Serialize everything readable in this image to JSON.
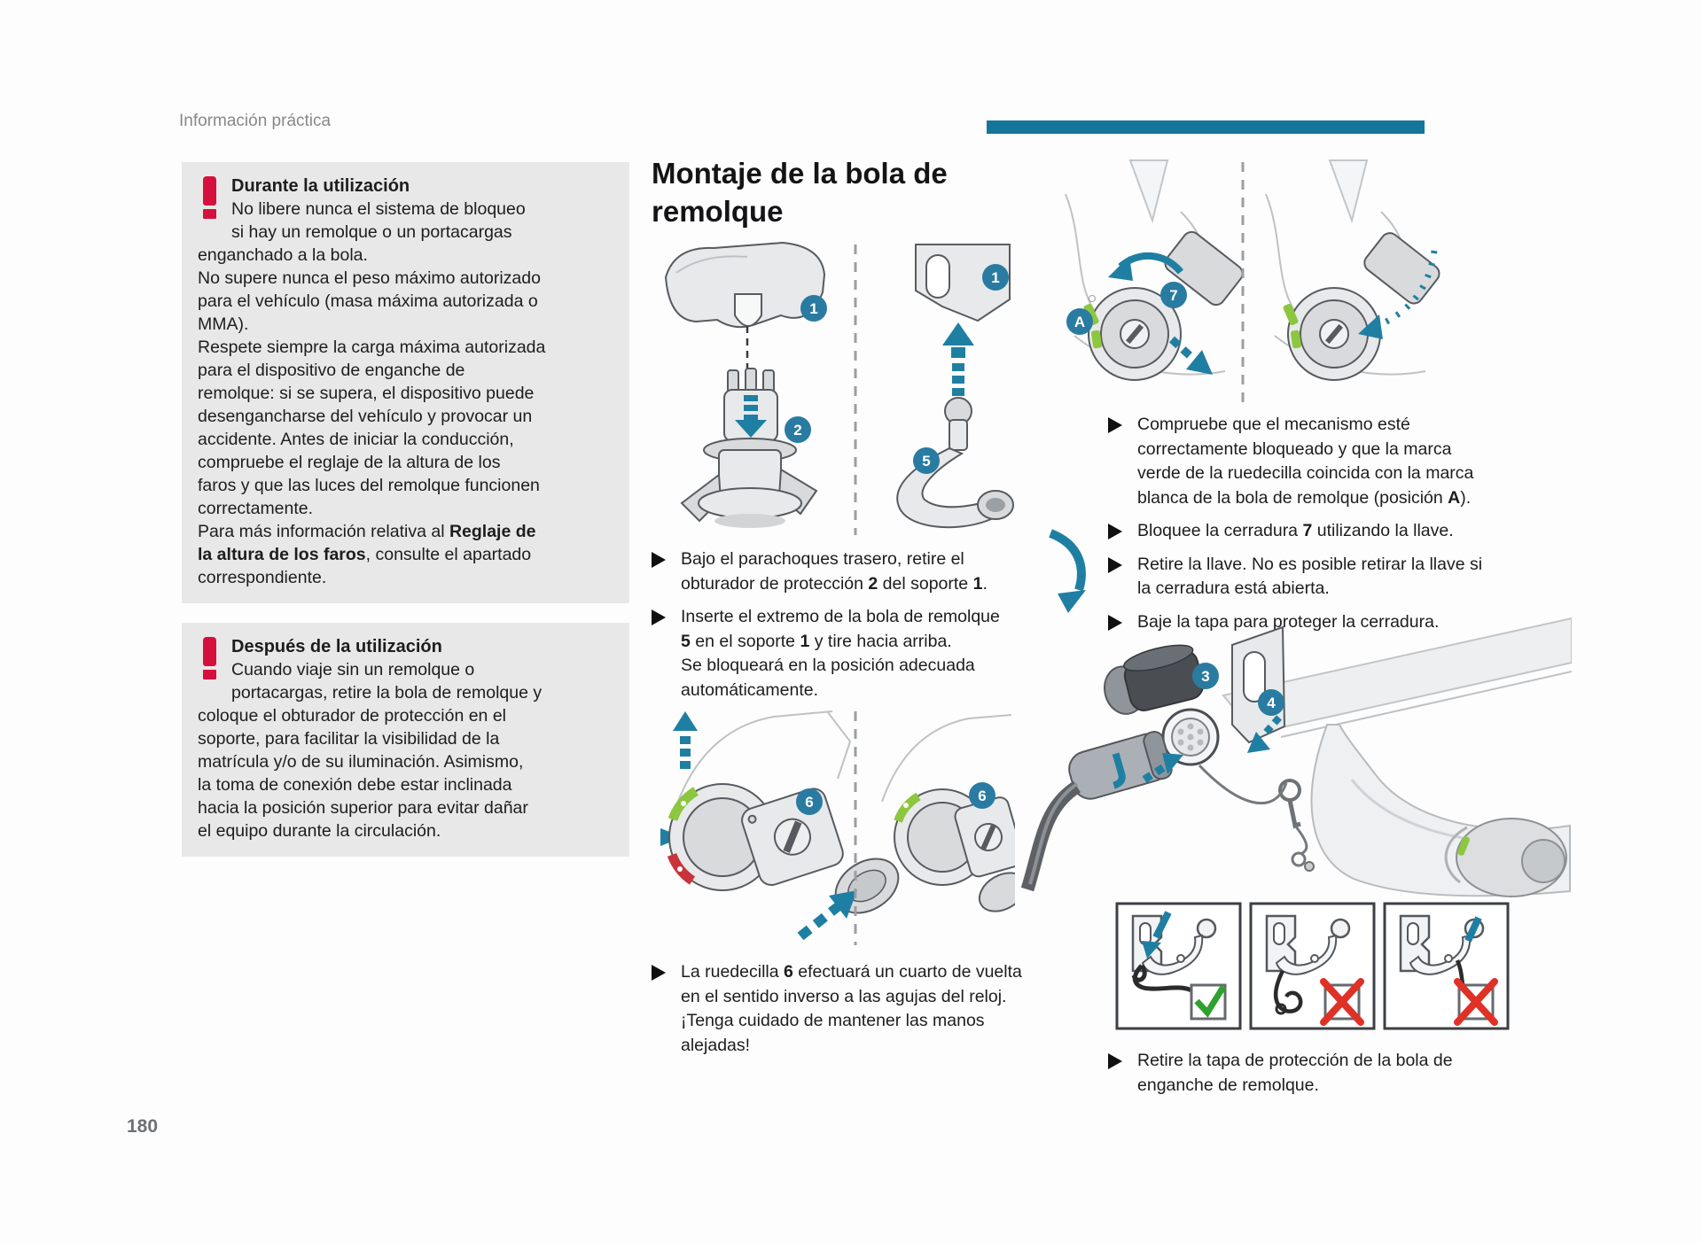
{
  "page": {
    "breadcrumb": "Información práctica",
    "page_number": "180",
    "section_title": "Montaje de la bola de remolque"
  },
  "colors": {
    "accent_bar": "#16759a",
    "warning_red": "#d6103c",
    "callout_teal": "#2a7ba1",
    "arrow_teal": "#1f7fa3",
    "figure_green_mark": "#8dc63f",
    "figure_red_mark": "#c9333b",
    "check_green": "#2ea12e",
    "cross_red": "#e03127"
  },
  "warnings": [
    {
      "title": "Durante la utilización",
      "paragraphs": [
        [
          [
            "t",
            "No libere nunca el sistema de bloqueo"
          ],
          [
            "br"
          ],
          [
            "t",
            "si hay un remolque o un portacargas"
          ],
          [
            "br"
          ],
          [
            "t",
            "enganchado a la bola."
          ]
        ],
        [
          [
            "t",
            "No supere nunca el peso máximo autorizado"
          ],
          [
            "br"
          ],
          [
            "t",
            "para el vehículo (masa máxima autorizada o"
          ],
          [
            "br"
          ],
          [
            "t",
            "MMA)."
          ]
        ],
        [
          [
            "t",
            "Respete siempre la carga máxima autorizada"
          ],
          [
            "br"
          ],
          [
            "t",
            "para el dispositivo de enganche de"
          ],
          [
            "br"
          ],
          [
            "t",
            "remolque: si se supera, el dispositivo puede"
          ],
          [
            "br"
          ],
          [
            "t",
            "desengancharse del vehículo y provocar un"
          ],
          [
            "br"
          ],
          [
            "t",
            "accidente. Antes de iniciar la conducción,"
          ],
          [
            "br"
          ],
          [
            "t",
            "compruebe el reglaje de la altura de los"
          ],
          [
            "br"
          ],
          [
            "t",
            "faros y que las luces del remolque funcionen"
          ],
          [
            "br"
          ],
          [
            "t",
            "correctamente."
          ]
        ],
        [
          [
            "t",
            "Para más información relativa al "
          ],
          [
            "b",
            "Reglaje de"
          ],
          [
            "br"
          ],
          [
            "b",
            "la altura de los faros"
          ],
          [
            "t",
            ", consulte el apartado"
          ],
          [
            "br"
          ],
          [
            "t",
            "correspondiente."
          ]
        ]
      ]
    },
    {
      "title": "Después de la utilización",
      "paragraphs": [
        [
          [
            "t",
            "Cuando viaje sin un remolque o"
          ],
          [
            "br"
          ],
          [
            "t",
            "portacargas, retire la bola de remolque y"
          ],
          [
            "br"
          ],
          [
            "t",
            "coloque el obturador de protección en el"
          ],
          [
            "br"
          ],
          [
            "t",
            "soporte, para facilitar la visibilidad de la"
          ],
          [
            "br"
          ],
          [
            "t",
            "matrícula y/o de su iluminación. Asimismo,"
          ],
          [
            "br"
          ],
          [
            "t",
            "la toma de conexión debe estar inclinada"
          ],
          [
            "br"
          ],
          [
            "t",
            "hacia la posición superior para evitar dañar"
          ],
          [
            "br"
          ],
          [
            "t",
            "el equipo durante la circulación."
          ]
        ]
      ]
    }
  ],
  "steps": {
    "install": [
      [
        [
          "t",
          "Bajo el parachoques trasero, retire el"
        ],
        [
          "br"
        ],
        [
          "t",
          "obturador de protección "
        ],
        [
          "b",
          "2"
        ],
        [
          "t",
          " del soporte "
        ],
        [
          "b",
          "1"
        ],
        [
          "t",
          "."
        ]
      ],
      [
        [
          "t",
          "Inserte el extremo de la bola de remolque"
        ],
        [
          "br"
        ],
        [
          "b",
          "5"
        ],
        [
          "t",
          " en el soporte "
        ],
        [
          "b",
          "1"
        ],
        [
          "t",
          " y tire hacia arriba."
        ],
        [
          "br"
        ],
        [
          "t",
          "Se bloqueará en la posición adecuada"
        ],
        [
          "br"
        ],
        [
          "t",
          "automáticamente."
        ]
      ]
    ],
    "wheel": [
      [
        [
          "t",
          "La ruedecilla "
        ],
        [
          "b",
          "6"
        ],
        [
          "t",
          " efectuará un cuarto de vuelta"
        ],
        [
          "br"
        ],
        [
          "t",
          "en el sentido inverso a las agujas del reloj."
        ],
        [
          "br"
        ],
        [
          "t",
          "¡Tenga cuidado de mantener las manos"
        ],
        [
          "br"
        ],
        [
          "t",
          "alejadas!"
        ]
      ]
    ],
    "check": [
      [
        [
          "t",
          "Compruebe que el mecanismo esté"
        ],
        [
          "br"
        ],
        [
          "t",
          "correctamente bloqueado y que la marca"
        ],
        [
          "br"
        ],
        [
          "t",
          "verde de la ruedecilla coincida con la marca"
        ],
        [
          "br"
        ],
        [
          "t",
          "blanca de la bola de remolque (posición "
        ],
        [
          "b",
          "A"
        ],
        [
          "t",
          ")."
        ]
      ],
      [
        [
          "t",
          "Bloquee la cerradura "
        ],
        [
          "b",
          "7"
        ],
        [
          "t",
          " utilizando la llave."
        ]
      ],
      [
        [
          "t",
          "Retire la llave. No es posible retirar la llave si"
        ],
        [
          "br"
        ],
        [
          "t",
          "la cerradura está abierta."
        ]
      ],
      [
        [
          "t",
          "Baje la tapa para proteger la cerradura."
        ]
      ]
    ],
    "cap": [
      [
        [
          "t",
          "Retire la tapa de protección de la bola de"
        ],
        [
          "br"
        ],
        [
          "t",
          "enganche de remolque."
        ]
      ]
    ]
  },
  "figures": {
    "fig1": {
      "callouts": [
        "1",
        "2",
        "1",
        "5"
      ]
    },
    "fig2": {
      "callouts": [
        "6",
        "6"
      ]
    },
    "fig3": {
      "callouts": [
        "7",
        "A"
      ]
    },
    "fig4": {
      "callouts": [
        "3",
        "4"
      ]
    },
    "fig5": {
      "panels": [
        "correct",
        "incorrect",
        "incorrect"
      ]
    }
  }
}
